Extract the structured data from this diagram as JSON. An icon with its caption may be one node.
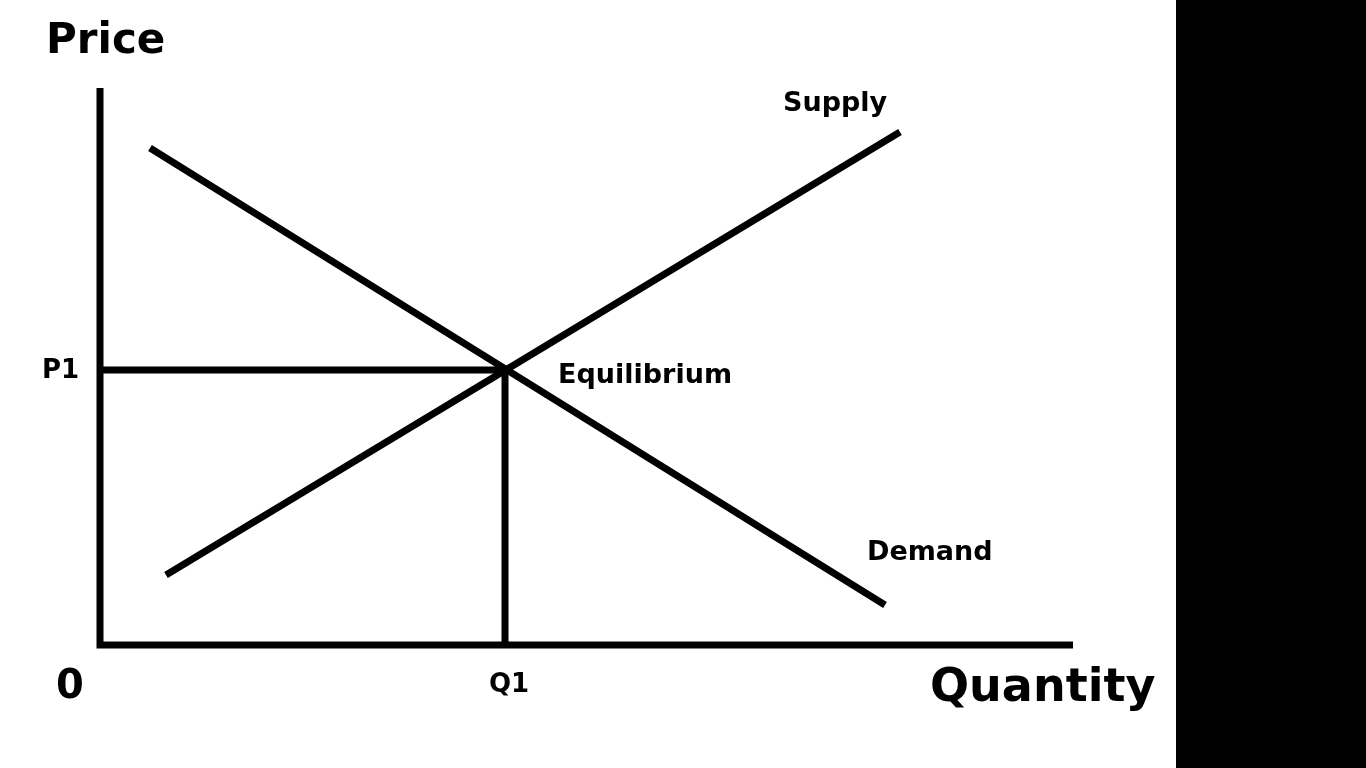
{
  "diagram": {
    "labels": [
      "Price",
      "Supply",
      "P1",
      "Equilibrium",
      "Demand",
      "0",
      "Q1",
      "Quantity"
    ]
  }
}
